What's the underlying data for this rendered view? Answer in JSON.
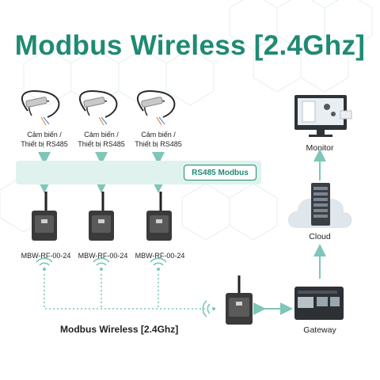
{
  "title": "Modbus Wireless [2.4Ghz]",
  "sensors": [
    {
      "line1": "Cảm biến /",
      "line2": "Thiết bị RS485"
    },
    {
      "line1": "Cảm biến /",
      "line2": "Thiết bị RS485"
    },
    {
      "line1": "Cảm biến /",
      "line2": "Thiết bị RS485"
    }
  ],
  "bus_label": "RS485 Modbus",
  "devices": [
    {
      "label": "MBW-RF-00-24"
    },
    {
      "label": "MBW-RF-00-24"
    },
    {
      "label": "MBW-RF-00-24"
    }
  ],
  "wireless_caption": "Modbus Wireless [2.4Ghz]",
  "right_chain": {
    "monitor": "Monitor",
    "cloud": "Cloud",
    "gateway": "Gateway"
  },
  "colors": {
    "accent": "#1f8a74",
    "arrow": "#7fc6b8",
    "bus_fill": "#dff2ee",
    "device_body": "#3a3a3a"
  },
  "icons": [
    "sensor-probe-icon",
    "device-icon",
    "antenna-icon",
    "wifi-signal-icon",
    "monitor-icon",
    "cloud-server-icon",
    "gateway-icon",
    "arrow-icon"
  ]
}
